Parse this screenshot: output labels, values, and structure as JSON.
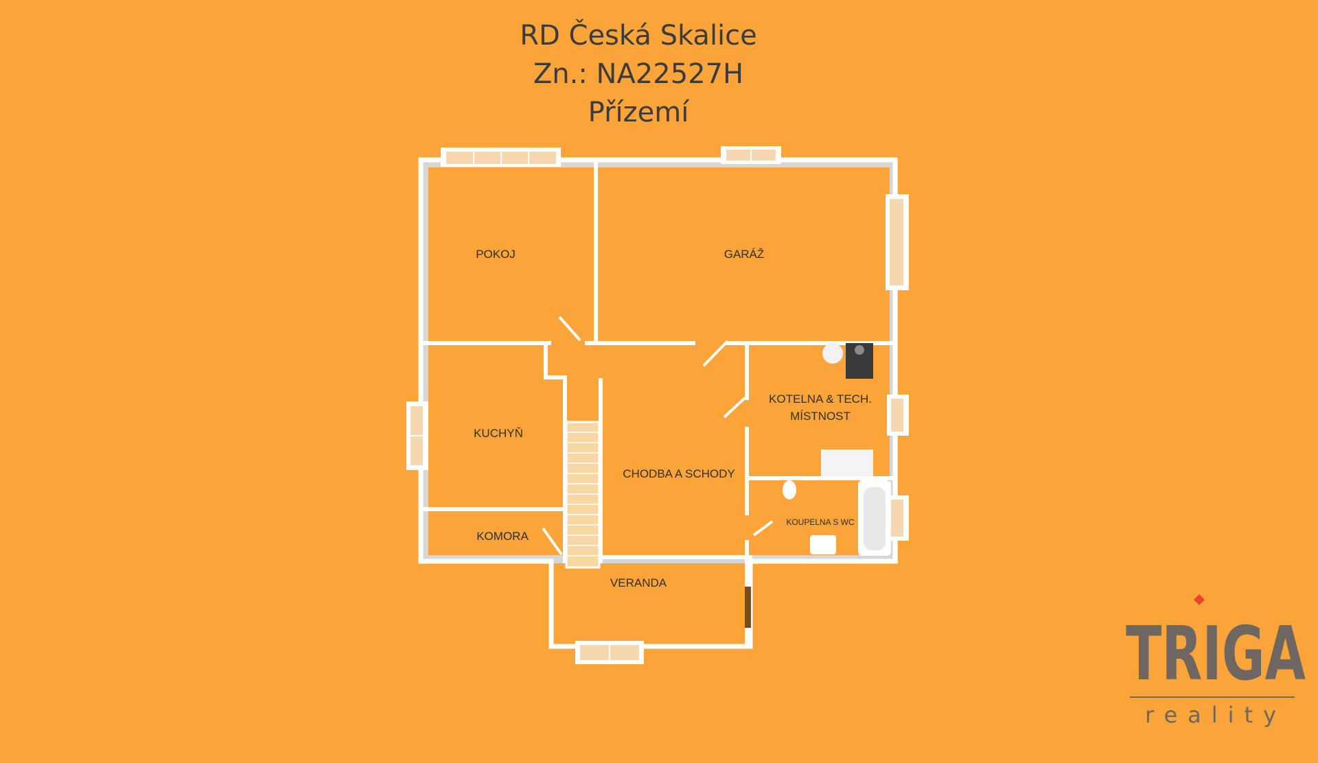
{
  "header": {
    "line1": "RD Česká Skalice",
    "line2": "Zn.: NA22527H",
    "line3": "Přízemí"
  },
  "rooms": {
    "pokoj": "POKOJ",
    "garaz": "GARÁŽ",
    "kuchyn": "KUCHYŇ",
    "komora": "KOMORA",
    "chodba": "CHODBA A SCHODY",
    "kotelna_1": "KOTELNA & TECH.",
    "kotelna_2": "MÍSTNOST",
    "koupelna": "KOUPELNA S WC",
    "veranda": "VERANDA"
  },
  "logo": {
    "brand": "TRIGA",
    "sub": "reality"
  },
  "colors": {
    "background": "#FBA43A",
    "wall": "#FFFFFF",
    "wall_shade": "#D9D9D9",
    "logo_brand": "#6E6661",
    "logo_accent": "#E8452C"
  }
}
